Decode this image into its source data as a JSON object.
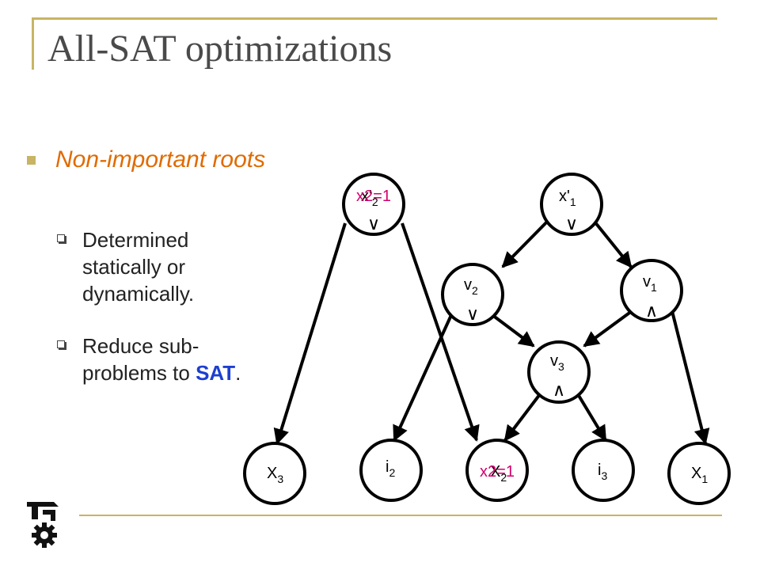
{
  "title": "All-SAT optimizations",
  "bullet": {
    "main": "Non-important roots",
    "sub1": "Determined statically or dynamically.",
    "sub2_prefix": "Reduce sub-problems to ",
    "sub2_highlight": "SAT",
    "sub2_suffix": "."
  },
  "graph": {
    "overlay_text": "x2=1",
    "nodes": {
      "x2p": {
        "base": "x'",
        "sub": "2",
        "op": "∨"
      },
      "x1p": {
        "base": "x'",
        "sub": "1",
        "op": "∨"
      },
      "v2": {
        "base": "v",
        "sub": "2",
        "op": "∨"
      },
      "v1": {
        "base": "v",
        "sub": "1",
        "op": "∧"
      },
      "v3": {
        "base": "v",
        "sub": "3",
        "op": "∧"
      },
      "X3": {
        "base": "X",
        "sub": "3"
      },
      "i2": {
        "base": "i",
        "sub": "2"
      },
      "X2": {
        "base": "X",
        "sub": "2"
      },
      "i3": {
        "base": "i",
        "sub": "3"
      },
      "X1": {
        "base": "X",
        "sub": "1"
      }
    }
  },
  "colors": {
    "accent": "#c8b464",
    "orange": "#e06b00",
    "blue": "#1d3fd0",
    "overlay": "#d2006e"
  },
  "logo_icon": "technion-logo"
}
